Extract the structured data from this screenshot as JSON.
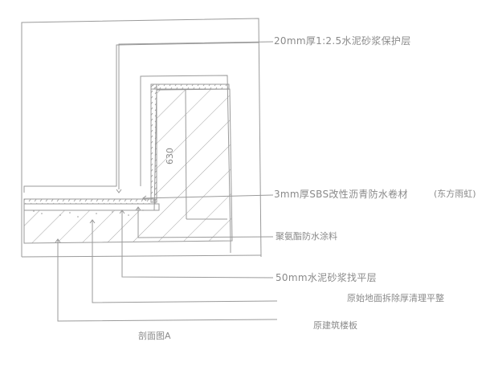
{
  "drawing": {
    "title": "剖面图A",
    "dimension_label": "630",
    "line_color": "#9a9a9a",
    "text_color": "#8a8a8a"
  },
  "callouts": [
    {
      "id": "protective-layer",
      "text": "20mm厚1:2.5水泥砂浆保护层"
    },
    {
      "id": "sbs-membrane",
      "text": "3mm厚SBS改性沥青防水卷材"
    },
    {
      "id": "brand",
      "text": "(东方雨虹)"
    },
    {
      "id": "pu-coating",
      "text": "聚氨酯防水涂料"
    },
    {
      "id": "leveling-layer",
      "text": "50mm水泥砂浆找平层"
    },
    {
      "id": "original-ground",
      "text": "原始地面拆除厚清理平整"
    },
    {
      "id": "original-slab",
      "text": "原建筑楼板"
    }
  ]
}
